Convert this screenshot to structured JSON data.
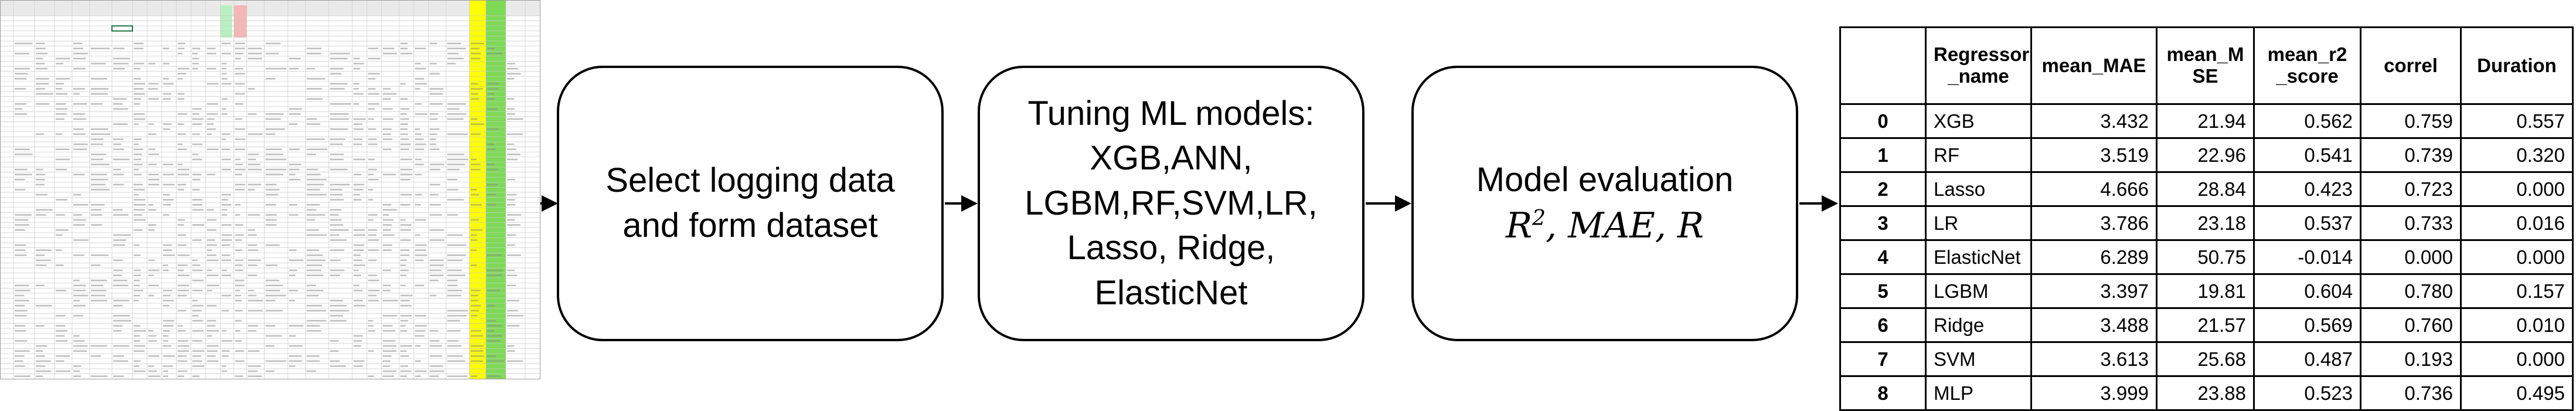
{
  "flow": {
    "box1": {
      "lines": [
        "Select logging data",
        "and form dataset"
      ]
    },
    "box2": {
      "lines": [
        "Tuning ML models:",
        "XGB,ANN,",
        "LGBM,RF,SVM,LR,",
        "Lasso, Ridge,",
        "ElasticNet"
      ]
    },
    "box3": {
      "line1": "Model evaluation",
      "r2_base": "R",
      "r2_exp": "2",
      "metrics_rest": ", MAE, R"
    }
  },
  "results_table": {
    "headers": [
      "",
      "Regressor _name",
      "mean_MAE",
      "mean_M SE",
      "mean_r2 _score",
      "correl",
      "Duration"
    ],
    "rows": [
      [
        "0",
        "XGB",
        "3.432",
        "21.94",
        "0.562",
        "0.759",
        "0.557"
      ],
      [
        "1",
        "RF",
        "3.519",
        "22.96",
        "0.541",
        "0.739",
        "0.320"
      ],
      [
        "2",
        "Lasso",
        "4.666",
        "28.84",
        "0.423",
        "0.723",
        "0.000"
      ],
      [
        "3",
        "LR",
        "3.786",
        "23.18",
        "0.537",
        "0.733",
        "0.016"
      ],
      [
        "4",
        "ElasticNet",
        "6.289",
        "50.75",
        "-0.014",
        "0.000",
        "0.000"
      ],
      [
        "5",
        "LGBM",
        "3.397",
        "19.81",
        "0.604",
        "0.780",
        "0.157"
      ],
      [
        "6",
        "Ridge",
        "3.488",
        "21.57",
        "0.569",
        "0.760",
        "0.010"
      ],
      [
        "7",
        "SVM",
        "3.613",
        "25.68",
        "0.487",
        "0.193",
        "0.000"
      ],
      [
        "8",
        "MLP",
        "3.999",
        "23.88",
        "0.523",
        "0.736",
        "0.495"
      ]
    ]
  },
  "spreadsheet": {
    "colors": {
      "gridline": "#c9c9c9",
      "header_fill": "#eaeaea",
      "highlight_yellow": "#ffff00",
      "highlight_green": "#7ed957",
      "highlight_pink": "#f4b6b6",
      "highlight_mint": "#b9f0c0"
    }
  }
}
